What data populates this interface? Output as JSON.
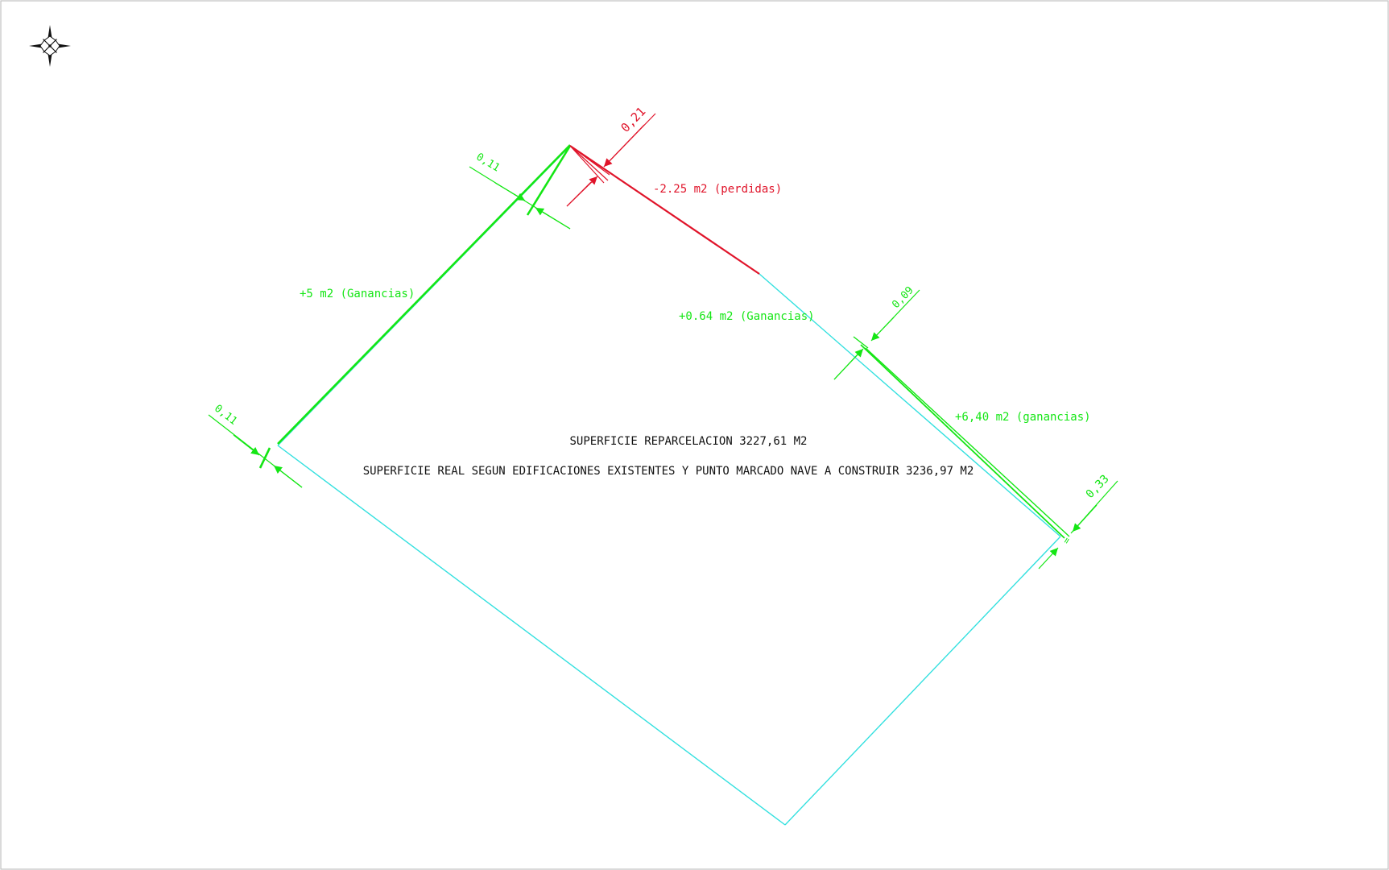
{
  "colors": {
    "boundary": "#33e0df",
    "gain": "#14e614",
    "loss": "#e0142a",
    "text": "#111111",
    "frame": "#b5b5b5"
  },
  "icons": {
    "north": "compass-rose-icon"
  },
  "labels": {
    "area_reparcelacion": "SUPERFICIE REPARCELACION 3227,61 M2",
    "area_real": "SUPERFICIE REAL SEGUN EDIFICACIONES EXISTENTES Y PUNTO MARCADO NAVE A CONSTRUIR 3236,97 M2",
    "gain_left": "+5 m2 (Ganancias)",
    "loss_top": "-2.25 m2 (perdidas)",
    "gain_mid": "+0.64 m2 (Ganancias)",
    "gain_right": "+6,40 m2 (ganancias)"
  },
  "dimensions": {
    "left_bottom": "0,11",
    "left_top": "0,11",
    "top": "0,21",
    "mid": "0,09",
    "right": "0,33",
    "right_mark": "="
  }
}
